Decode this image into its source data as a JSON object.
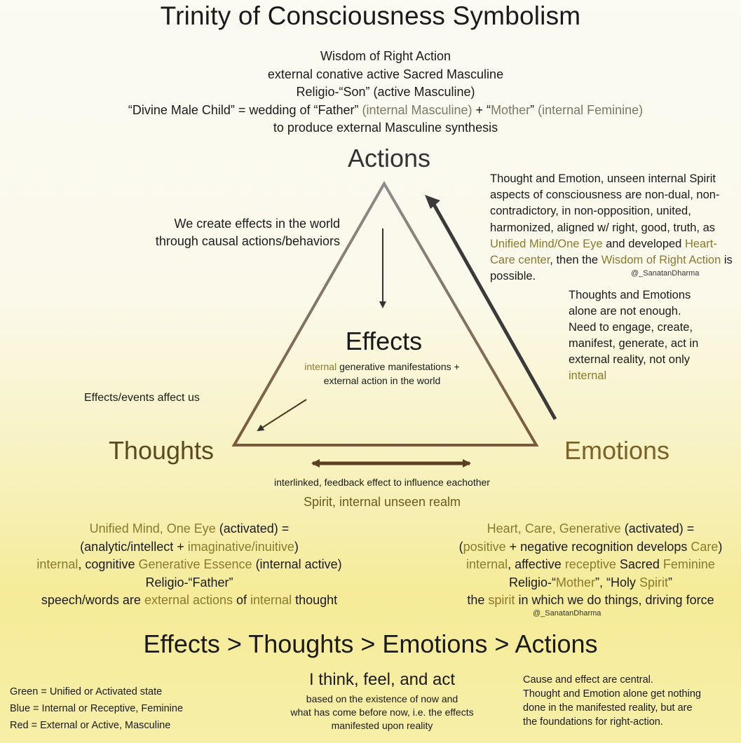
{
  "title": "Trinity of Consciousness Symbolism",
  "actions_block": {
    "lines": [
      [
        "Wisdom of Right Action"
      ],
      [
        "external  conative active Sacred Masculine"
      ],
      [
        "Religio-“Son” (active Masculine)"
      ],
      [
        "“Divine Male Child” = wedding of “Father” ",
        "(internal Masculine)",
        " + “",
        "Mother",
        "”  ",
        "(internal Feminine)"
      ],
      [
        "to produce external Masculine synthesis"
      ]
    ]
  },
  "nodes": {
    "actions": "Actions",
    "thoughts": "Thoughts",
    "emotions": "Emotions",
    "effects": "Effects"
  },
  "effects_desc": {
    "line1_hl": "internal",
    "line1_rest": " generative manifestations +",
    "line2": "external action in the world"
  },
  "left_note": [
    "We create effects in the world",
    "through causal actions/behaviors"
  ],
  "effects_note": "Effects/events affect us",
  "right_note1": {
    "plain1": "Thought and Emotion, unseen internal Spirit aspects of consciousness are non-dual, non-contradictory, in non-opposition, united, harmonized, aligned w/ right, good, truth, as ",
    "hl1": "Unified Mind/One Eye",
    "plain2": " and developed ",
    "hl2": "Heart-Care center",
    "plain3": ", then the ",
    "hl3": "Wisdom of Right Action",
    "plain4": " is possible."
  },
  "credit": "@_SanatanDharma",
  "right_note2": {
    "lines": [
      "Thoughts and Emotions",
      "alone are not enough.",
      "Need to engage, create,",
      "manifest, generate, act in",
      "external reality, not only"
    ],
    "hl": "internal"
  },
  "interlink": "interlinked, feedback effect to influence eachother",
  "spirit_line": "Spirit, internal unseen realm",
  "thoughts_desc": {
    "l1a": "Unified Mind, One Eye",
    "l1b": " (activated) =",
    "l2a": "(analytic/intellect + ",
    "l2b": "imaginative/inuitive",
    "l2c": ")",
    "l3a": "internal",
    "l3b": ", cognitive ",
    "l3c": "Generative Essence",
    "l3d": " (internal active)",
    "l4": "Religio-“Father”",
    "l5a": "speech/words are ",
    "l5b": "external actions",
    "l5c": " of ",
    "l5d": "internal",
    "l5e": " thought"
  },
  "emotions_desc": {
    "l1a": "Heart, Care, Generative",
    "l1b": " (activated) =",
    "l2a": "(",
    "l2b": "positive",
    "l2c": " + negative recognition develops ",
    "l2d": "Care",
    "l2e": ")",
    "l3a": "internal",
    "l3b": ", affective ",
    "l3c": "receptive",
    "l3d": " Sacred ",
    "l3e": "Feminine",
    "l4a": "Religio-“",
    "l4b": "Mother",
    "l4c": "”,  “Holy ",
    "l4d": "Spirit",
    "l4e": "”",
    "l5a": "the ",
    "l5b": "spirit",
    "l5c": " in which we do things, driving force"
  },
  "sequence": "Effects > Thoughts > Emotions > Actions",
  "legend": [
    "Green = Unified or Activated state",
    "Blue = Internal or Receptive, Feminine",
    "Red = External or Active, Masculine"
  ],
  "think": {
    "title": "I think, feel, and act",
    "lines": [
      "based on the existence of now and",
      "what has come before now, i.e. the effects",
      "manifested upon reality"
    ]
  },
  "cause_note": [
    "Cause and effect are central.",
    "Thought and Emotion alone get nothing",
    "done in the manifested reality, but are",
    "the foundations for right-action."
  ],
  "colors": {
    "highlight": "#8a7a2e",
    "triangle_top": "#8c8c8c",
    "triangle_bottom": "#7a5a3a",
    "arrow_dark": "#3a3a3a",
    "arrow_brown": "#5a3f22"
  }
}
